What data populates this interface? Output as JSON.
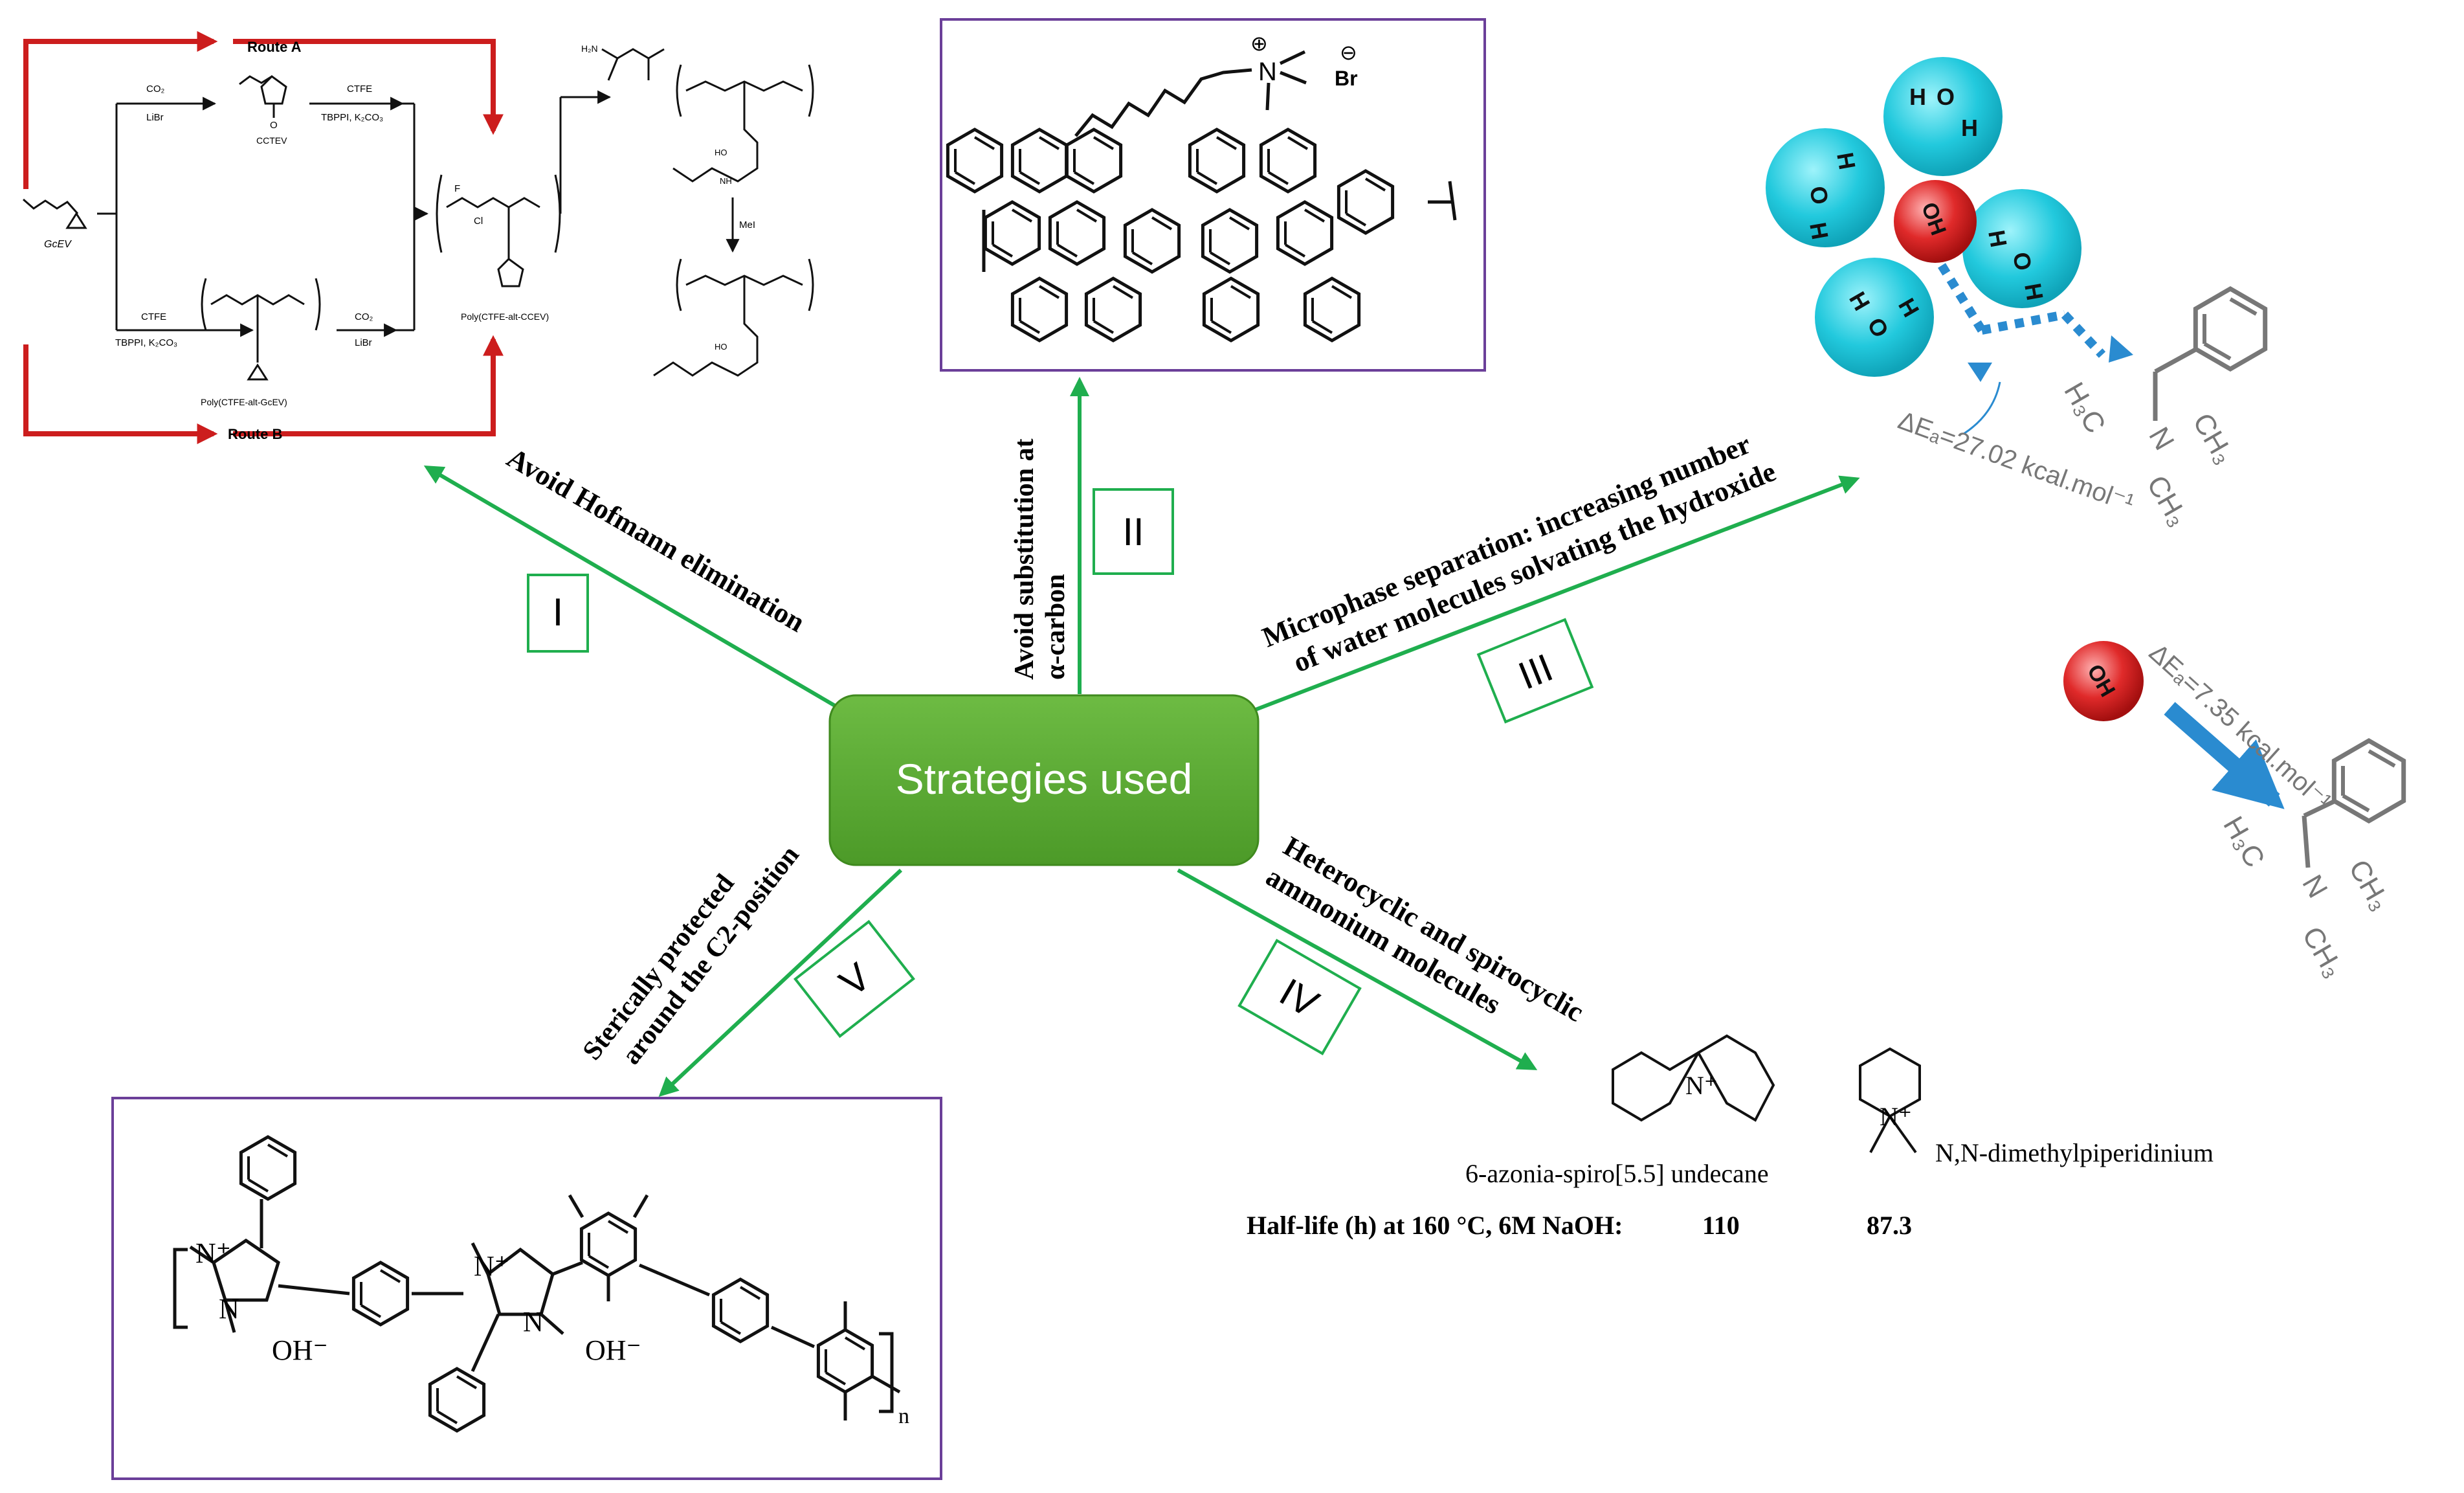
{
  "hub": {
    "label": "Strategies used"
  },
  "colors": {
    "hub_fill": "#5aa533",
    "arrow": "#1fae4e",
    "route": "#cc1d1d",
    "water": "#22c9dd",
    "hydroxide": "#e02a2a",
    "frame": "#6b3f99",
    "blue_arrow": "#2a8bd0"
  },
  "branches": [
    {
      "numeral": "I",
      "text": [
        "Avoid Hofmann elimination"
      ]
    },
    {
      "numeral": "II",
      "text": [
        "Avoid substitution at",
        "α-carbon"
      ]
    },
    {
      "numeral": "III",
      "text": [
        "Microphase separation: increasing number",
        "of water molecules solvating the hydroxide"
      ]
    },
    {
      "numeral": "IV",
      "text": [
        "Heterocyclic and spirocyclic",
        "ammonium molecules"
      ]
    },
    {
      "numeral": "V",
      "text": [
        "Sterically protected",
        "around the C2-position"
      ]
    }
  ],
  "scheme_i": {
    "route_a": "Route A",
    "route_b": "Route B",
    "co2": "CO₂",
    "libr": "LiBr",
    "cctev": "CCTEV",
    "ctfe": "CTFE",
    "cat_top": "TBPPI, K₂CO₃",
    "gcev": "GcEV",
    "poly_cctev": "Poly(CTFE-alt-CCEV)",
    "poly_gcev": "Poly(CTFE-alt-GcEV)",
    "mei": "MeI",
    "f": "F",
    "cl": "Cl",
    "o": "O",
    "h2n": "H₂N",
    "ho": "HO",
    "nh": "NH"
  },
  "scheme_ii": {
    "cation": "⊕",
    "anion": "⊖",
    "n": "N",
    "br": "Br"
  },
  "scheme_iii": {
    "oh": "OH",
    "h": "H",
    "o": "O",
    "barrier_solvated": "ΔEₐ=27.02 kcal.mol⁻¹",
    "barrier_bare": "ΔEₐ=7.35 kcal.mol⁻¹",
    "h3c": "H₃C",
    "n": "N",
    "ch3": "CH₃"
  },
  "scheme_iv": {
    "spiro_name": "6-azonia-spiro[5.5] undecane",
    "dmp_name": "N,N-dimethylpiperidinium",
    "n_plus": "N⁺",
    "halflife_label": "Half-life (h) at 160 °C, 6M NaOH:",
    "halflife_spiro": "110",
    "halflife_dmp": "87.3"
  },
  "scheme_v": {
    "n_plus": "N⁺",
    "n": "N",
    "oh_minus": "OH⁻",
    "subscript_n": "n"
  }
}
